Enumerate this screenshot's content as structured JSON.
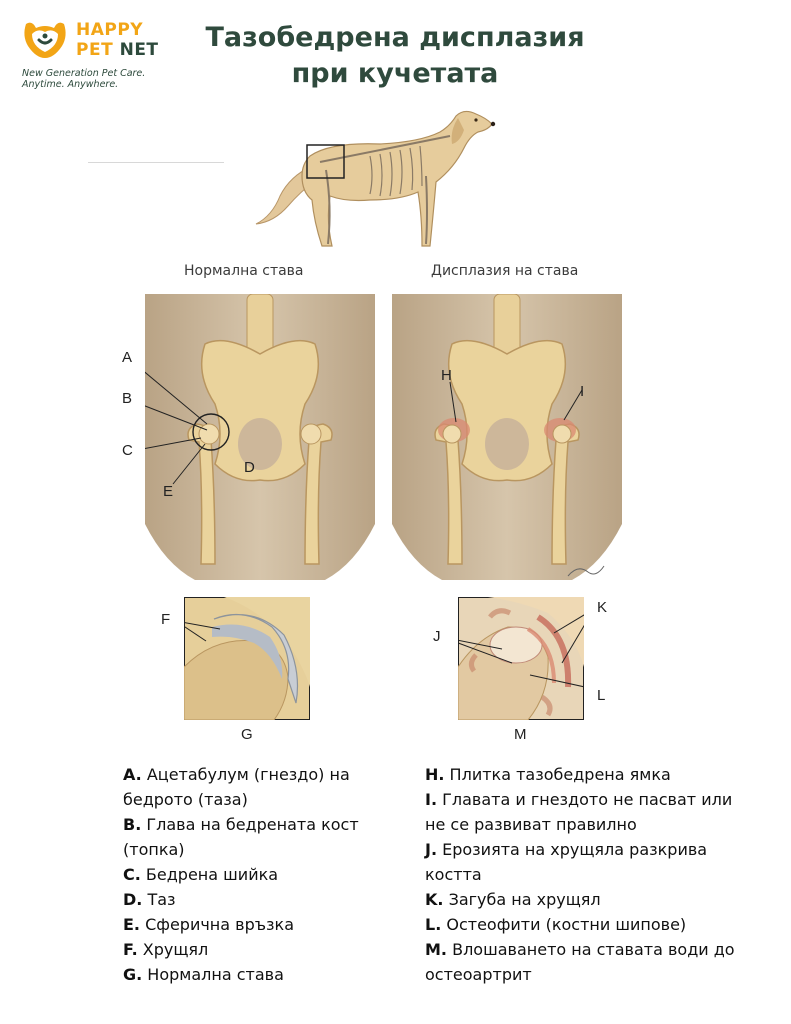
{
  "logo": {
    "line1": "HAPPY",
    "line2_a": "PET",
    "line2_b": " NET",
    "tagline1": "New Generation Pet Care.",
    "tagline2": "Anytime. Anywhere."
  },
  "title_line1": "Тазобедрена дисплазия",
  "title_line2": "при кучетата",
  "captions": {
    "normal": "Нормална става",
    "dysplasia": "Дисплазия на става"
  },
  "figure_labels": {
    "A": "A",
    "B": "B",
    "C": "C",
    "D": "D",
    "E": "E",
    "F": "F",
    "G": "G",
    "H": "H",
    "I": "I",
    "J": "J",
    "K": "K",
    "L": "L",
    "M": "M"
  },
  "legend_left": [
    {
      "key": "A.",
      "text": " Ацетабулум (гнездо) на бедрото (таза)"
    },
    {
      "key": "B.",
      "text": " Глава на бедрената кост (топка)"
    },
    {
      "key": "C.",
      "text": " Бедрена шийка"
    },
    {
      "key": "D.",
      "text": " Таз"
    },
    {
      "key": "E.",
      "text": " Сферична връзка"
    },
    {
      "key": "F.",
      "text": " Хрущял"
    },
    {
      "key": "G.",
      "text": " Нормална става"
    }
  ],
  "legend_right": [
    {
      "key": "H.",
      "text": " Плитка тазобедрена ямка"
    },
    {
      "key": "I.",
      "text": " Главата и гнездото не пасват или не се развиват правилно"
    },
    {
      "key": "J.",
      "text": " Ерозията на хрущяла разкрива костта"
    },
    {
      "key": "K.",
      "text": " Загуба на хрущял"
    },
    {
      "key": "L.",
      "text": " Остеофити (костни шипове)"
    },
    {
      "key": "M.",
      "text": " Влошаването на ставата води до остеоартрит"
    }
  ],
  "colors": {
    "brand_orange": "#f2a516",
    "brand_green": "#2d4a3c",
    "bone": "#e6cf9a",
    "fur": "#c8b49a",
    "inflamed": "#d98a72"
  }
}
